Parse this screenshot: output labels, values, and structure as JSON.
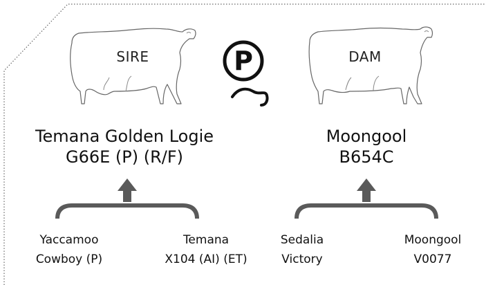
{
  "pedigree": {
    "poll_symbol": "P",
    "sire": {
      "role_label": "SIRE",
      "name_line1": "Temana Golden Logie",
      "name_line2": "G66E (P) (R/F)",
      "sire_parent": {
        "line1": "Yaccamoo",
        "line2": "Cowboy (P)"
      },
      "dam_parent": {
        "line1": "Temana",
        "line2": "X104 (AI) (ET)"
      }
    },
    "dam": {
      "role_label": "DAM",
      "name_line1": "Moongool",
      "name_line2": "B654C",
      "sire_parent": {
        "line1": "Sedalia",
        "line2": "Victory"
      },
      "dam_parent": {
        "line1": "Moongool",
        "line2": "V0077"
      }
    }
  },
  "colors": {
    "bracket": "#5a5a5a",
    "outline": "#555555",
    "text": "#111111"
  }
}
